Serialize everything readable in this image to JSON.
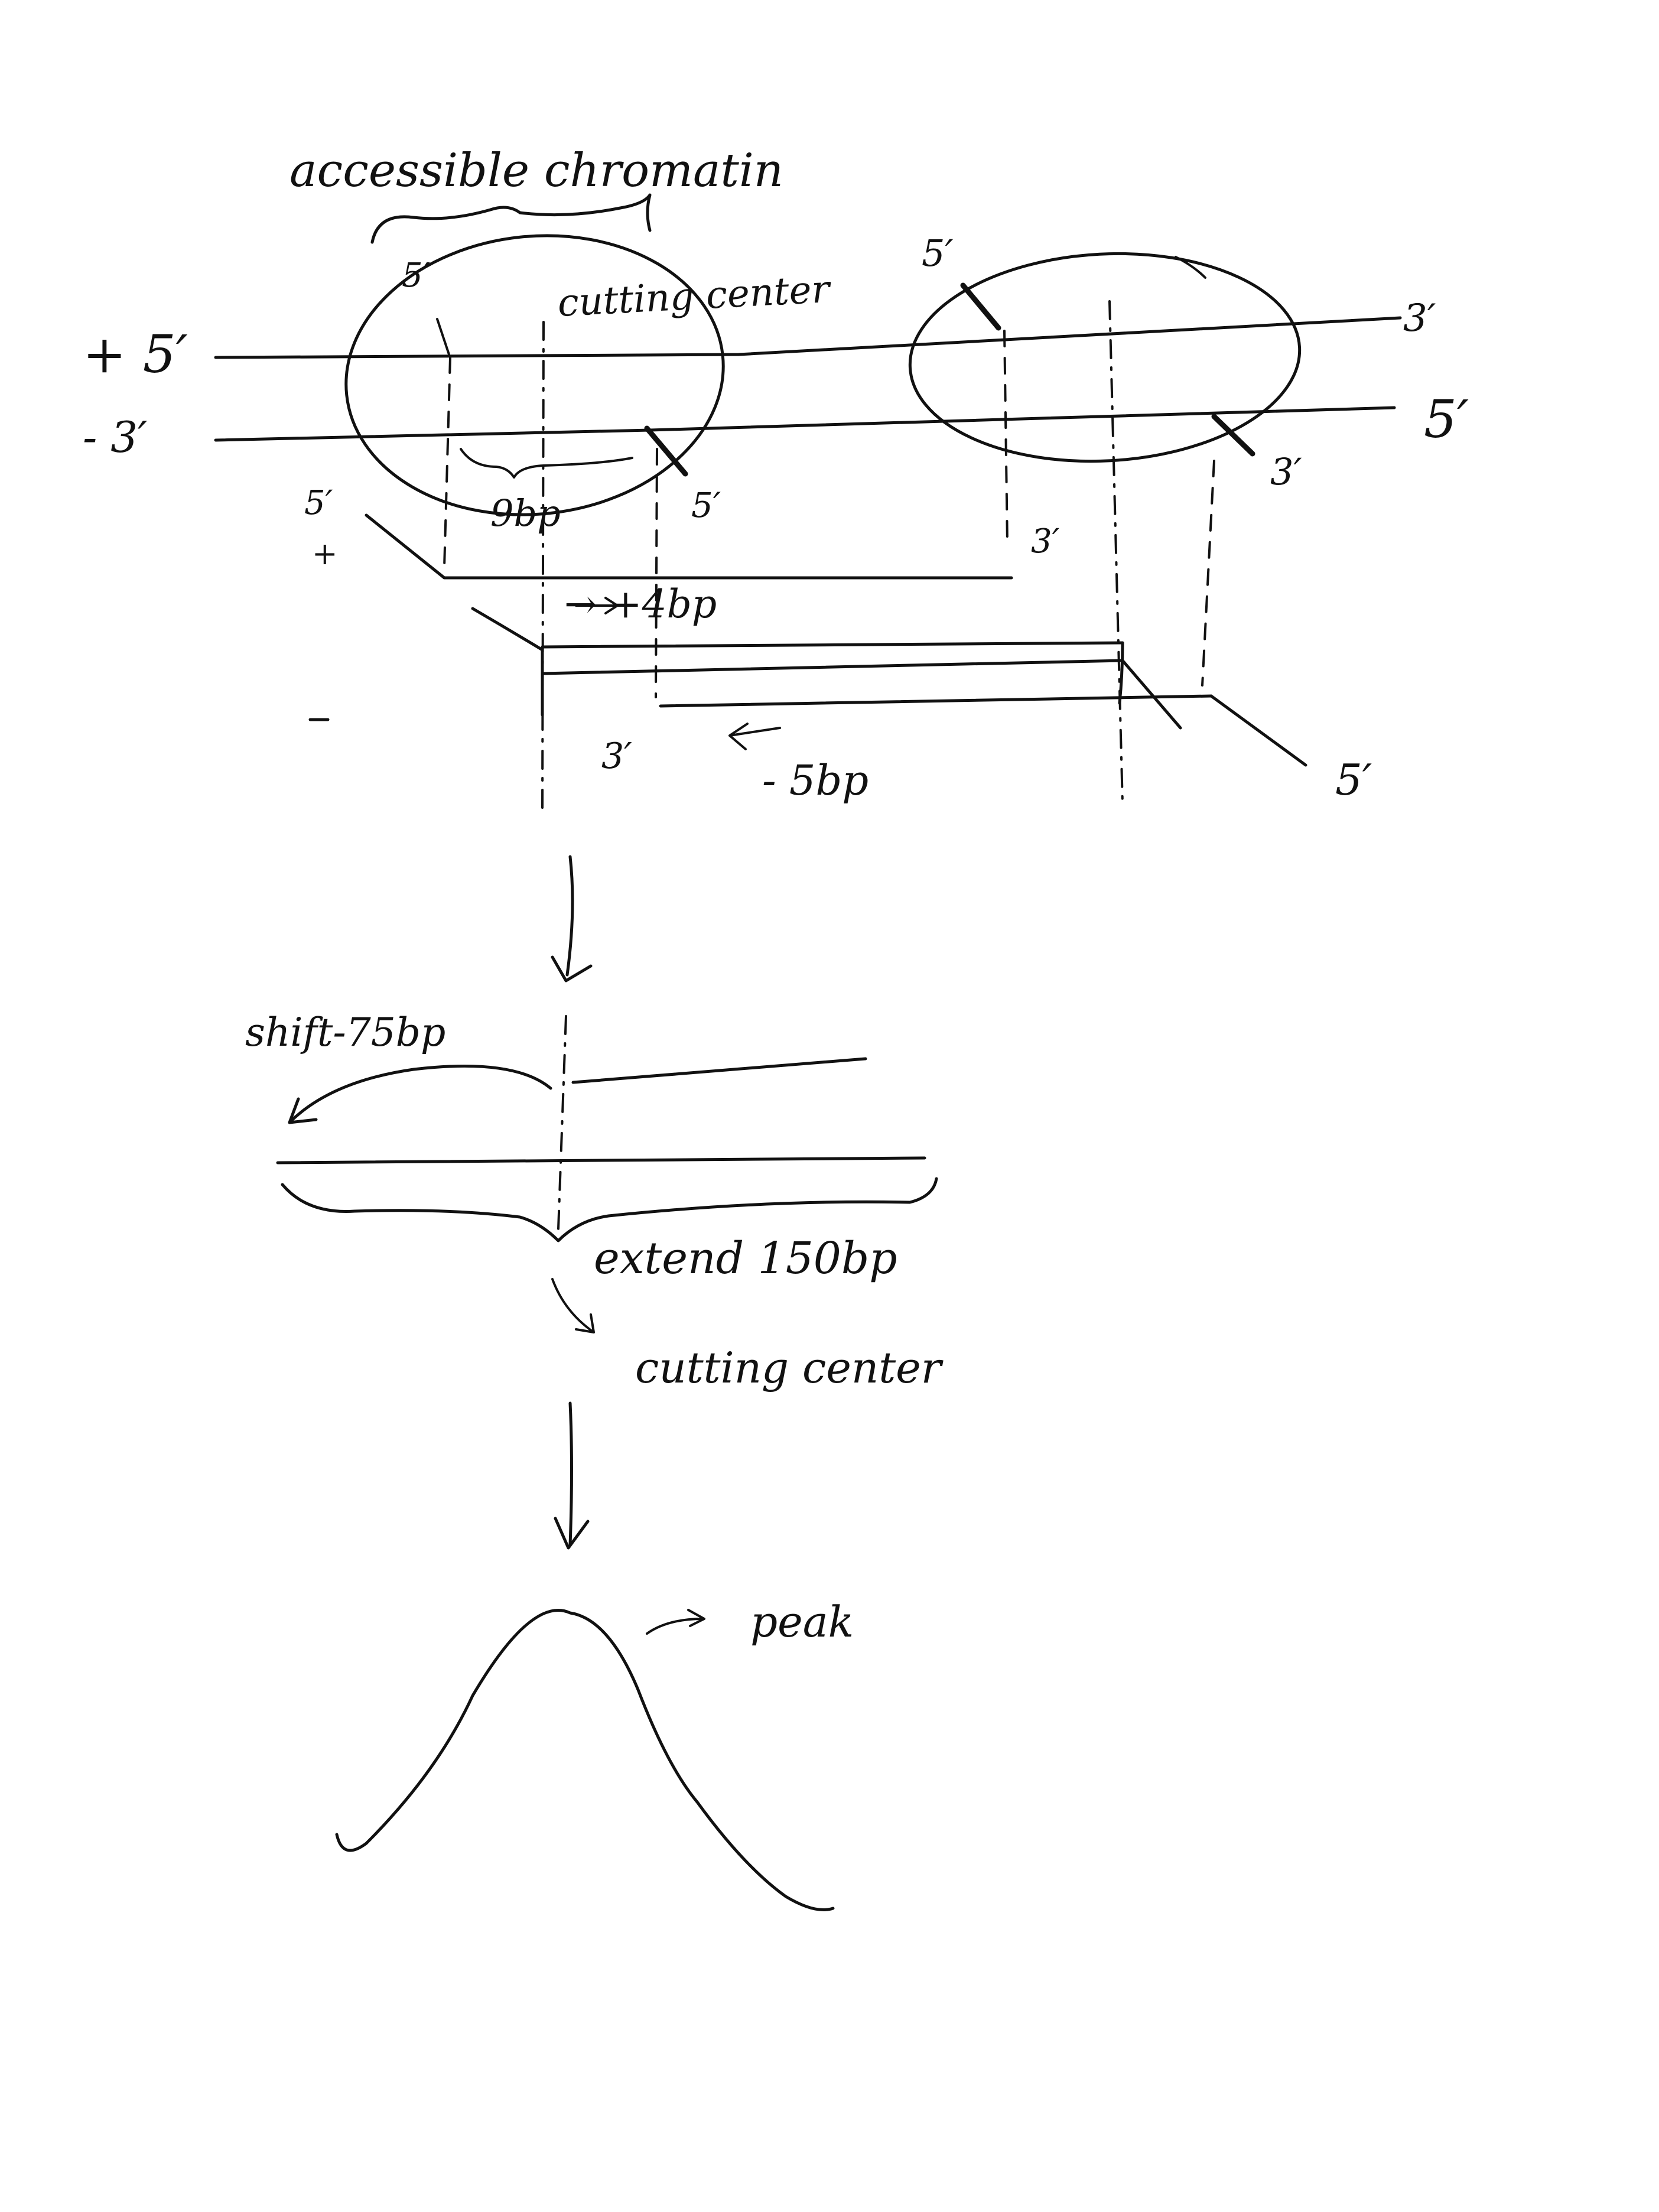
{
  "labels": {
    "title": "accessible chromatin",
    "cutting_center_top": "cutting center",
    "plus_strand": "+ 5′",
    "minus_strand": "- 3′",
    "five_prime": "5′",
    "three_prime": "3′",
    "plus_sign": "+",
    "minus_sign": "-",
    "nine_bp": "9bp",
    "plus_four_bp": "→ +4bp",
    "minus_five_bp": "- 5bp",
    "shift": "shift-75bp",
    "extend": "extend 150bp",
    "cutting_center_bottom": "cutting center",
    "peak": "peak"
  },
  "colors": {
    "ink": "#111111",
    "paper": "#ffffff"
  }
}
